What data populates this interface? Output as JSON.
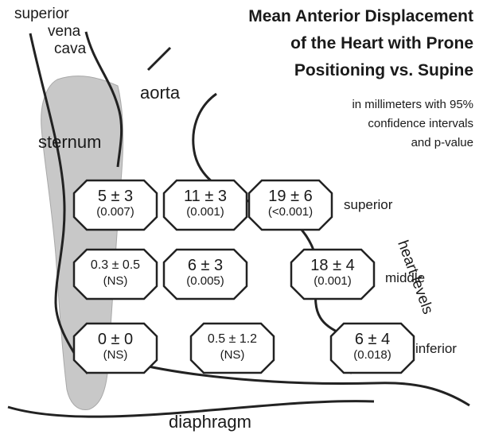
{
  "title_lines": [
    "Mean Anterior Displacement",
    "of the Heart with Prone",
    "Positioning vs. Supine"
  ],
  "subtitle_lines": [
    "in millimeters with 95%",
    "confidence intervals",
    "and p-value"
  ],
  "anatomy": {
    "superior_vena_cava": [
      "superior",
      "vena",
      "cava"
    ],
    "aorta": "aorta",
    "sternum": "sternum",
    "diaphragm": "diaphragm"
  },
  "axis_label": "heart levels",
  "levels": [
    "superior",
    "middle",
    "inferior"
  ],
  "rows": [
    [
      {
        "value": "5 ± 3",
        "p": "(0.007)"
      },
      {
        "value": "11 ± 3",
        "p": "(0.001)"
      },
      {
        "value": "19 ± 6",
        "p": "(<0.001)"
      }
    ],
    [
      {
        "value": "0.3 ± 0.5",
        "p": "(NS)"
      },
      {
        "value": "6 ± 3",
        "p": "(0.005)"
      },
      {
        "value": "18 ± 4",
        "p": "(0.001)"
      }
    ],
    [
      {
        "value": "0 ± 0",
        "p": "(NS)"
      },
      {
        "value": "0.5 ± 1.2",
        "p": "(NS)"
      },
      {
        "value": "6 ± 4",
        "p": "(0.018)"
      }
    ]
  ],
  "colors": {
    "sternum_fill": "#c8c8c8",
    "line": "#222222"
  }
}
